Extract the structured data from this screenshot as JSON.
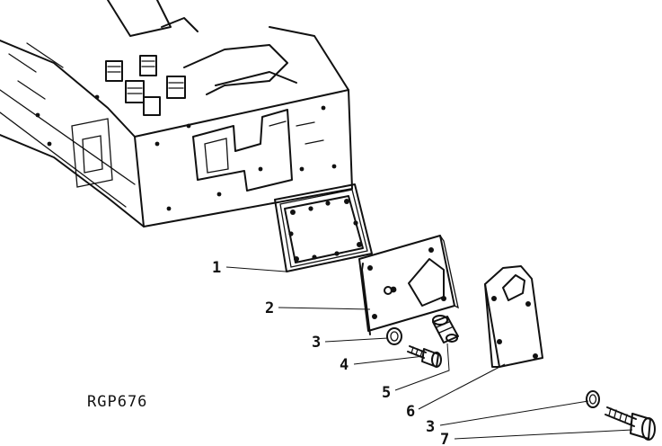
{
  "figure_code": "RGP676",
  "callouts": [
    {
      "id": "c1",
      "number": "1"
    },
    {
      "id": "c2",
      "number": "2"
    },
    {
      "id": "c3a",
      "number": "3"
    },
    {
      "id": "c4",
      "number": "4"
    },
    {
      "id": "c5",
      "number": "5"
    },
    {
      "id": "c6",
      "number": "6"
    },
    {
      "id": "c3b",
      "number": "3"
    },
    {
      "id": "c7",
      "number": "7"
    }
  ]
}
